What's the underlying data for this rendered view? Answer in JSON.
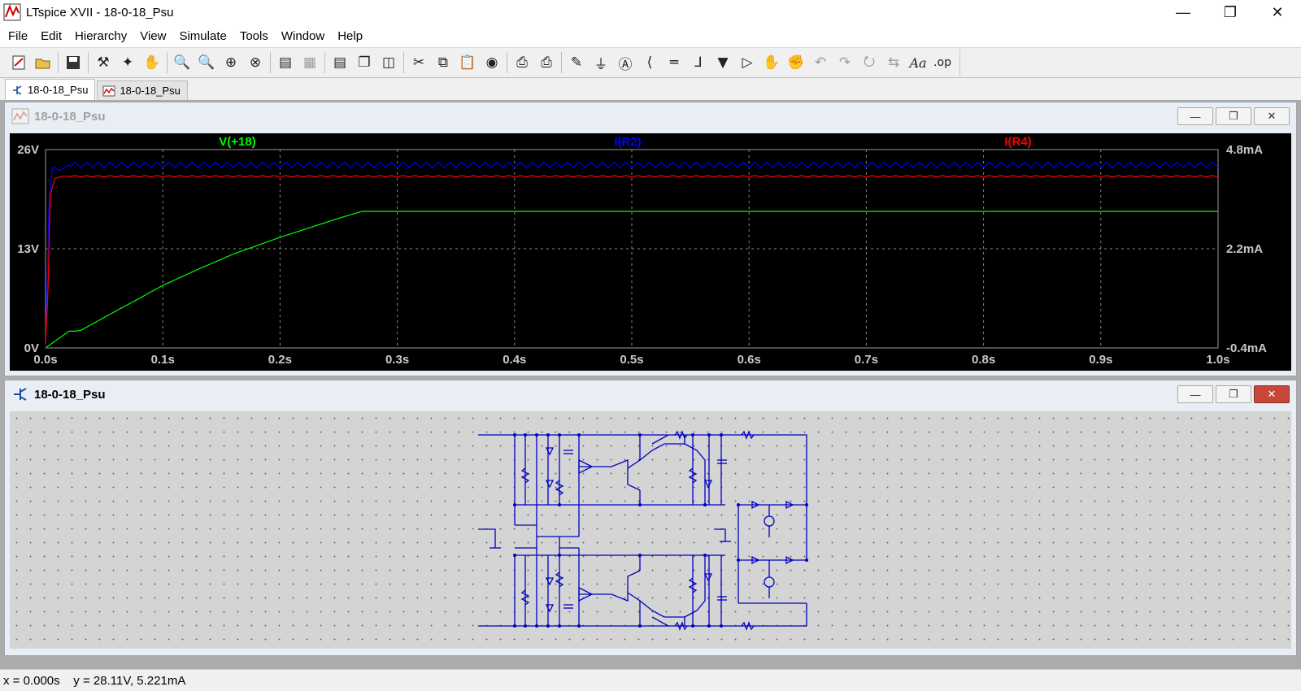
{
  "window": {
    "title": "LTspice XVII - 18-0-18_Psu"
  },
  "menu": [
    "File",
    "Edit",
    "Hierarchy",
    "View",
    "Simulate",
    "Tools",
    "Window",
    "Help"
  ],
  "toolbar_icons": [
    "new-schematic-icon",
    "open-icon",
    "save-icon",
    "control-panel-icon",
    "run-icon",
    "halt-icon",
    "zoom-in-icon",
    "zoom-out-icon",
    "zoom-fit-icon",
    "zoom-cancel-icon",
    "autorange-icon",
    "grid-icon",
    "tile-horizontal-icon",
    "cascade-icon",
    "tile-vertical-icon",
    "cut-icon",
    "copy-icon",
    "paste-icon",
    "find-icon",
    "print-icon",
    "print-preview-icon",
    "wire-icon",
    "ground-icon",
    "label-icon",
    "resistor-icon",
    "capacitor-icon",
    "inductor-icon",
    "diode-icon",
    "component-icon",
    "move-icon",
    "drag-icon",
    "undo-icon",
    "redo-icon",
    "rotate-icon",
    "mirror-icon",
    "text-icon",
    "spice-directive-icon"
  ],
  "tabs": [
    {
      "label": "18-0-18_Psu",
      "icon": "schematic-icon",
      "active": true
    },
    {
      "label": "18-0-18_Psu",
      "icon": "waveform-icon",
      "active": false
    }
  ],
  "waveform_window": {
    "title": "18-0-18_Psu"
  },
  "schematic_window": {
    "title": "18-0-18_Psu"
  },
  "status": {
    "cursor": "x = 0.000s    y = 28.11V, 5.221mA"
  },
  "colors": {
    "v18": "#00ff00",
    "ir2": "#0000ff",
    "ir4": "#ff0000",
    "wire": "#0000c0",
    "grid": "#888888"
  },
  "chart_data": {
    "type": "line",
    "x_ticks": [
      "0.0s",
      "0.1s",
      "0.2s",
      "0.3s",
      "0.4s",
      "0.5s",
      "0.6s",
      "0.7s",
      "0.8s",
      "0.9s",
      "1.0s"
    ],
    "y_left_ticks": [
      "26V",
      "13V",
      "0V"
    ],
    "y_right_ticks": [
      "4.8mA",
      "2.2mA",
      "-0.4mA"
    ],
    "xlim": [
      0,
      1.0
    ],
    "ylim_left": [
      0,
      26
    ],
    "ylim_right": [
      -0.4,
      4.8
    ],
    "grid": true,
    "series": [
      {
        "name": "V(+18)",
        "axis": "left",
        "color": "#00ff00",
        "x": [
          0,
          0.02,
          0.025,
          0.03,
          0.05,
          0.08,
          0.1,
          0.13,
          0.16,
          0.2,
          0.23,
          0.25,
          0.27,
          0.28,
          0.5,
          1.0
        ],
        "y": [
          0,
          2.2,
          2.2,
          2.3,
          4.0,
          6.5,
          8.2,
          10.3,
          12.3,
          14.5,
          16.0,
          17.0,
          17.9,
          17.9,
          17.9,
          17.9
        ]
      },
      {
        "name": "I(R2)",
        "axis": "right",
        "color": "#0000ff",
        "x": [
          0,
          0.003,
          0.006,
          0.012,
          0.02,
          1.0
        ],
        "y": [
          -0.4,
          3.5,
          4.35,
          4.25,
          4.4,
          4.4
        ],
        "ripple": 0.07
      },
      {
        "name": "I(R4)",
        "axis": "right",
        "color": "#ff0000",
        "x": [
          0,
          0.002,
          0.004,
          0.008,
          0.015,
          1.0
        ],
        "y": [
          -0.3,
          1.0,
          3.6,
          4.05,
          4.1,
          4.1
        ],
        "ripple": 0.02
      }
    ]
  }
}
